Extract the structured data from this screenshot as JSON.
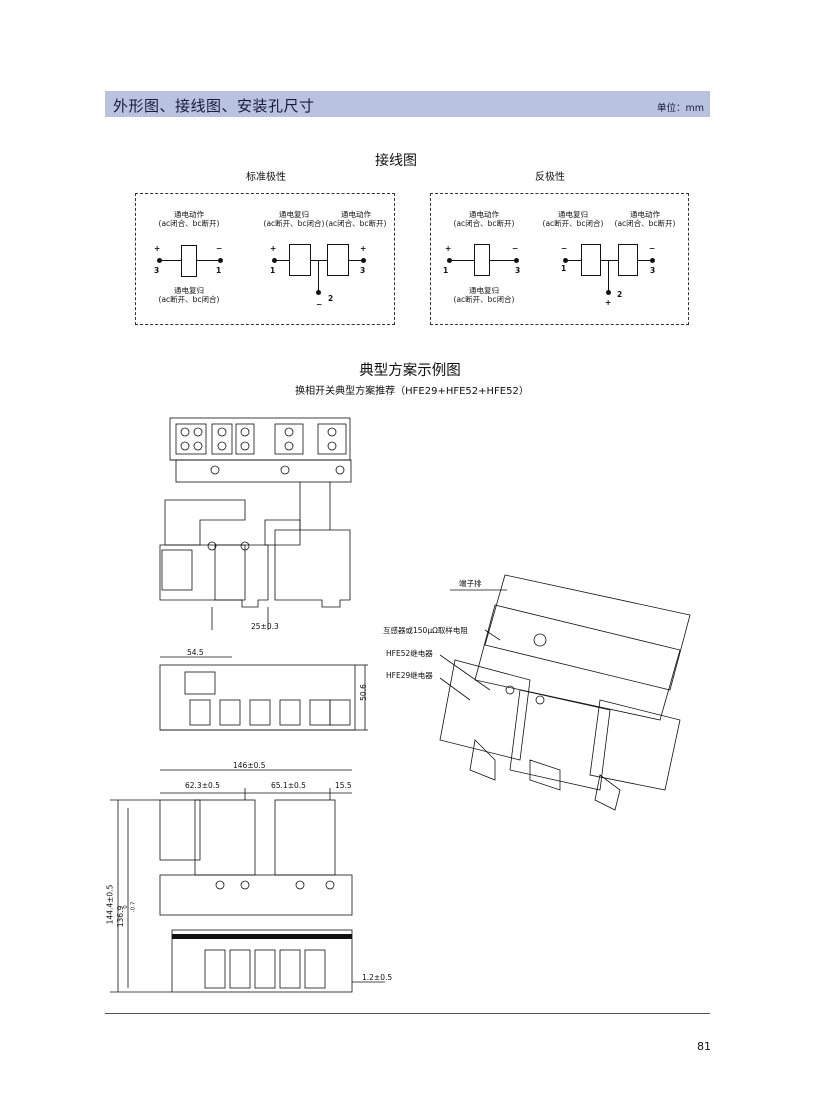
{
  "header": {
    "title": "外形图、接线图、安装孔尺寸",
    "unit": "单位：mm"
  },
  "wiring": {
    "title": "接线图",
    "standard": {
      "label": "标准极性",
      "left": {
        "top": "通电动作\n(ac闭合、bc断开)",
        "bottom": "通电复归\n(ac断开、bc闭合)",
        "plus": "+",
        "minus": "−",
        "pin_left": "3",
        "pin_right": "1"
      },
      "right": {
        "label_a": "通电复归\n(ac断开、bc闭合)",
        "label_b": "通电动作\n(ac闭合、bc断开)",
        "plus_l": "+",
        "plus_r": "+",
        "pin_l": "1",
        "pin_r": "3",
        "pin_c": "2",
        "minus_c": "−"
      }
    },
    "reverse": {
      "label": "反极性",
      "left": {
        "top": "通电动作\n(ac闭合、bc断开)",
        "bottom": "通电复归\n(ac断开、bc闭合)",
        "plus": "+",
        "minus": "−",
        "pin_left": "1",
        "pin_right": "3"
      },
      "right": {
        "label_a": "通电复归\n(ac断开、bc闭合)",
        "label_b": "通电动作\n(ac闭合、bc断开)",
        "minus_l": "−",
        "minus_r": "−",
        "pin_l": "1",
        "pin_r": "3",
        "pin_c": "2",
        "plus_c": "+"
      }
    }
  },
  "scheme": {
    "title": "典型方案示例图",
    "subtitle": "换相开关典型方案推荐（HFE29+HFE52+HFE52）",
    "dims": {
      "pitch": "25±0.3",
      "depth_a": "54.5",
      "height": "50.6",
      "width_total": "146±0.5",
      "w1": "62.3±0.5",
      "w2": "65.1±0.5",
      "w3": "15.5",
      "h_total": "144.4±0.5",
      "h_inner": "136.9",
      "h_inner_tol_up": "0",
      "h_inner_tol_dn": "-0.7",
      "thick": "1.2±0.5"
    },
    "callouts": {
      "terminal": "端子排",
      "sensor": "互感器或150μΩ取样电阻",
      "hfe52": "HFE52继电器",
      "hfe29": "HFE29继电器"
    }
  },
  "footer": {
    "page": "81"
  }
}
